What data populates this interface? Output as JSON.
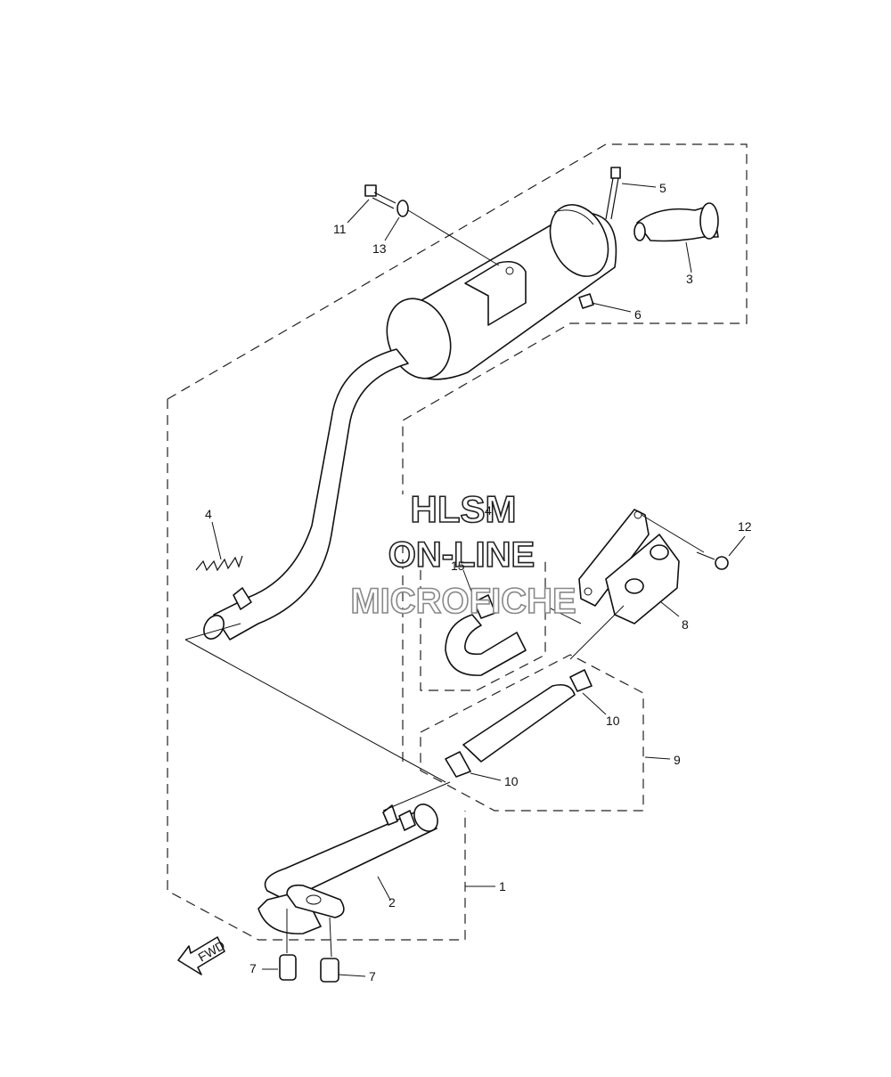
{
  "watermark": {
    "line1": "HLSM",
    "line2": "ON-LINE",
    "line3": "MICROFICHE"
  },
  "fwd_label": "FWD",
  "callouts": {
    "c1": "1",
    "c2": "2",
    "c3": "3",
    "c4": "4",
    "c4b": "4",
    "c5": "5",
    "c6": "6",
    "c7a": "7",
    "c7b": "7",
    "c8": "8",
    "c9": "9",
    "c10a": "10",
    "c10b": "10",
    "c11": "11",
    "c12": "12",
    "c13": "13",
    "c15": "15"
  }
}
